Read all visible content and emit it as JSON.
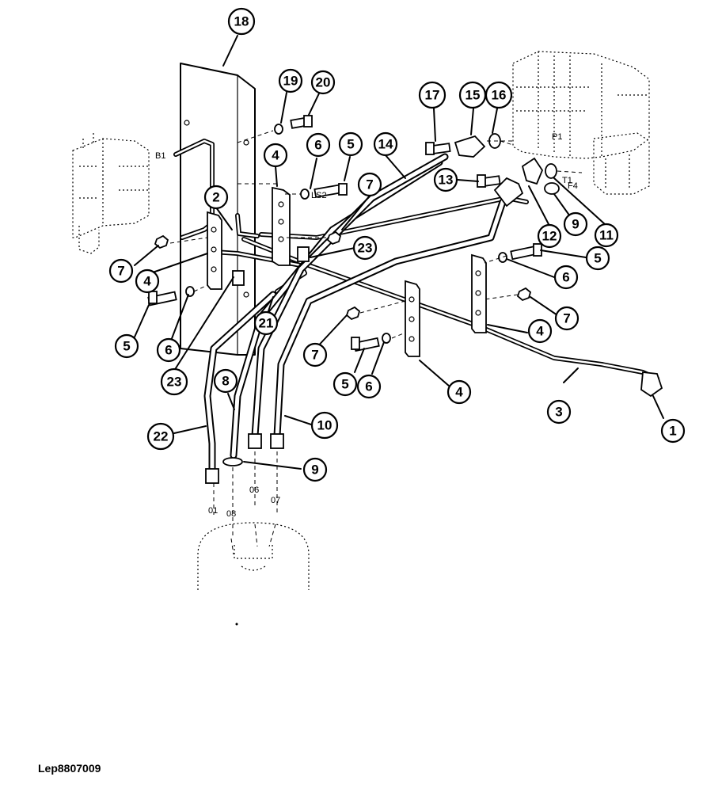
{
  "figure_ref": "Lep8807009",
  "port_labels": [
    "B1",
    "LS2",
    "P1",
    "T1",
    "F4",
    "01",
    "08",
    "06",
    "07"
  ],
  "callouts": [
    "18",
    "19",
    "20",
    "17",
    "15",
    "16",
    "14",
    "4",
    "6",
    "5",
    "13",
    "7",
    "2",
    "12",
    "9",
    "11",
    "23",
    "5",
    "6",
    "7",
    "4",
    "5",
    "21",
    "6",
    "7",
    "23",
    "8",
    "7",
    "4",
    "10",
    "5",
    "6",
    "4",
    "3",
    "22",
    "9",
    "1"
  ]
}
